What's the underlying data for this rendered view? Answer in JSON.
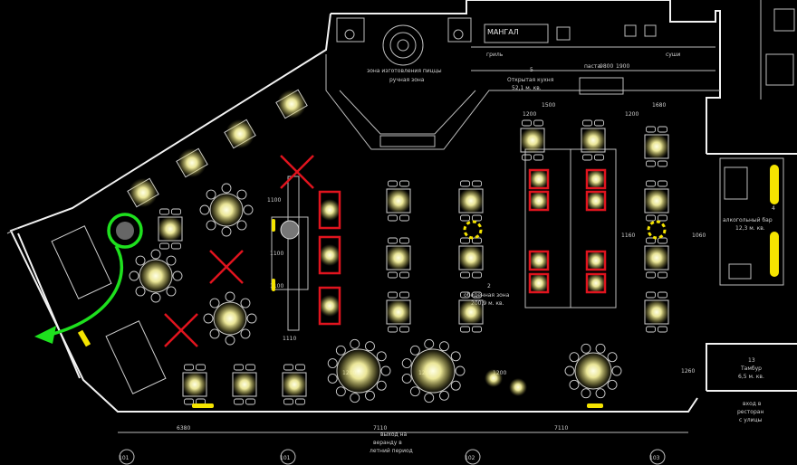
{
  "zones": {
    "mangal": "МАНГАЛ",
    "pizza_zone_1": "зона изготовления пиццы",
    "pizza_zone_2": "ручная зона",
    "grill": "гриль",
    "pasta": "паста",
    "sushi": "суши",
    "open_kitchen_num": "5",
    "open_kitchen": "Открытая кухня",
    "open_kitchen_area": "52,1 м. кв.",
    "dining_num": "2",
    "dining": "обеденная зона",
    "dining_area": "200,9 м. кв.",
    "bar_num": "4",
    "bar": "алкогольный бар",
    "bar_area": "12,3 м. кв.",
    "vestibule_num": "13",
    "vestibule": "Тамбур",
    "vestibule_area": "6,5 м. кв.",
    "entrance_1": "вход в",
    "entrance_2": "ресторан",
    "entrance_3": "с улицы",
    "veranda_1": "выход на",
    "veranda_2": "веранду в",
    "veranda_3": "летний период"
  },
  "dimensions": [
    "1100",
    "1100",
    "1100",
    "1110",
    "1200",
    "1260",
    "1060",
    "1160",
    "1200",
    "1200",
    "1200",
    "1200",
    "1900",
    "1500",
    "1680",
    "9800",
    "7110",
    "7110",
    "6380"
  ],
  "axes": [
    "101",
    "101",
    "102",
    "103"
  ],
  "colors": {
    "background": "#000000",
    "line": "#e6e6e6",
    "lamp": "#f7f2a0",
    "highlight_red": "#e0141e",
    "highlight_yellow": "#f5e400",
    "arrow_green": "#1ee01e",
    "cross_red": "#e0141e"
  },
  "icons": [
    "red-cross-icon",
    "green-arrow-icon",
    "green-circle-icon",
    "pendant-lamp-icon"
  ]
}
